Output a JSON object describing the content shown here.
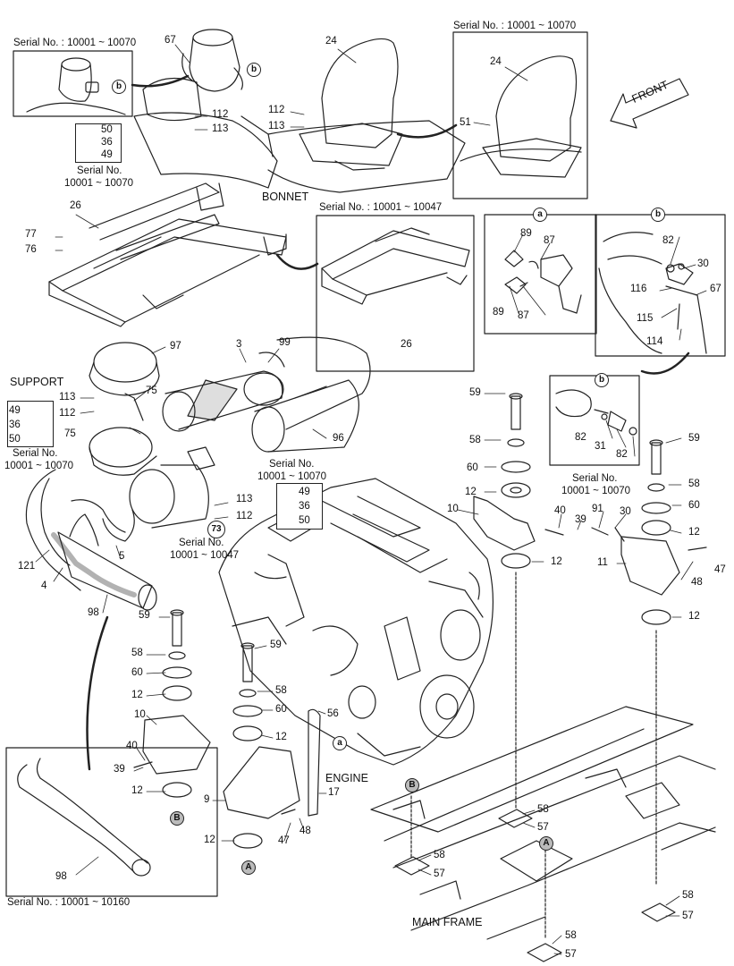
{
  "serial_labels": {
    "s1": "Serial No. : 10001 ~ 10070",
    "s2": "Serial No. : 10001 ~ 10070",
    "s3": "Serial No. : 10001 ~ 10047",
    "s4a": "Serial No.",
    "s4b": "10001 ~ 10070",
    "s5a": "Serial No.",
    "s5b": "10001 ~ 10070",
    "s6a": "Serial No.",
    "s6b": "10001 ~ 10070",
    "s7a": "Serial No.",
    "s7b": "10001 ~ 10070",
    "s8a": "Serial No.",
    "s8b": "10001 ~ 10047",
    "s9": "Serial No. : 10001 ~ 10160"
  },
  "area_labels": {
    "bonnet": "BONNET",
    "support": "SUPPORT",
    "engine": "ENGINE",
    "main_frame": "MAIN FRAME",
    "front": "FRONT"
  },
  "detail_markers": {
    "a": "a",
    "b": "b",
    "A": "A",
    "B": "B"
  },
  "part_numbers": {
    "p67a": "67",
    "p24a": "24",
    "p24b": "24",
    "p112a": "112",
    "p113a": "113",
    "p112b": "112",
    "p113b": "113",
    "p51": "51",
    "p50a": "50",
    "p36a": "36",
    "p49a": "49",
    "p26a": "26",
    "p26b": "26",
    "p77": "77",
    "p76": "76",
    "p89a": "89",
    "p87a": "87",
    "p89b": "89",
    "p87b": "87",
    "p82a": "82",
    "p30a": "30",
    "p116": "116",
    "p67b": "67",
    "p115": "115",
    "p114": "114",
    "p97": "97",
    "p3": "3",
    "p99": "99",
    "p75a": "75",
    "p75b": "75",
    "p113c": "113",
    "p112c": "112",
    "p49b": "49",
    "p36b": "36",
    "p50b": "50",
    "p96": "96",
    "p59a": "59",
    "p58a": "58",
    "p60a": "60",
    "p12a": "12",
    "p10a": "10",
    "p40a": "40",
    "p39a": "39",
    "p12b": "12",
    "p82b": "82",
    "p31": "31",
    "p82c": "82",
    "p59b": "59",
    "p58b": "58",
    "p60b": "60",
    "p12c": "12",
    "p91": "91",
    "p30b": "30",
    "p11": "11",
    "p47a": "47",
    "p48a": "48",
    "p12d": "12",
    "p113d": "113",
    "p112d": "112",
    "p49c": "49",
    "p36c": "36",
    "p50c": "50",
    "p73": "73",
    "p121": "121",
    "p4": "4",
    "p5": "5",
    "p98a": "98",
    "p59c": "59",
    "p58c": "58",
    "p60c": "60",
    "p12e": "12",
    "p10b": "10",
    "p40b": "40",
    "p39b": "39",
    "p12f": "12",
    "p59d": "59",
    "p58d": "58",
    "p60d": "60",
    "p12g": "12",
    "p56": "56",
    "p9": "9",
    "p47b": "47",
    "p48b": "48",
    "p17": "17",
    "p12h": "12",
    "p58e": "58",
    "p57a": "57",
    "p58f": "58",
    "p57b": "57",
    "p58g": "58",
    "p57c": "57",
    "p58h": "58",
    "p57d": "57",
    "p98b": "98"
  }
}
